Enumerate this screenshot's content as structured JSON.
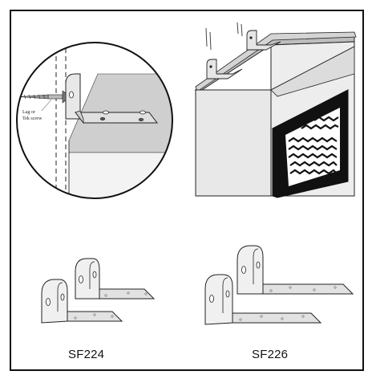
{
  "callout": {
    "line1": "Lag or",
    "line2": "Tek screw"
  },
  "products": [
    {
      "code": "SF224"
    },
    {
      "code": "SF226"
    }
  ],
  "colors": {
    "border": "#111111",
    "metal_light": "#ececec",
    "metal_shade": "#c9c9c9",
    "wood_face": "#e6e6e6",
    "wood_top": "#bdbdbd",
    "black": "#111111"
  }
}
